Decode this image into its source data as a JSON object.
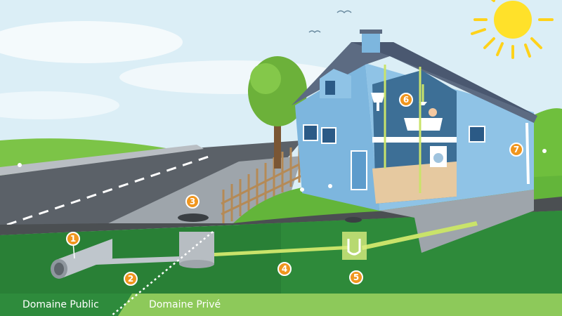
{
  "zones": {
    "public": "Domaine Public",
    "private": "Domaine Privé"
  },
  "markers": [
    "1",
    "2",
    "3",
    "4",
    "5",
    "6",
    "7"
  ],
  "colors": {
    "sky": "#dbeef6",
    "grass": "#6fbf3d",
    "underground": "#2e8a3a",
    "house_wall": "#8fc3e6",
    "roof": "#5c6b82",
    "pipe": "#c9e36a",
    "marker": "#f0961e",
    "road": "#5b6168",
    "zone_public": "#2e8b3c",
    "zone_private": "#8dc95a"
  },
  "icons": [
    "sun-icon",
    "tree-icon",
    "bird-icon",
    "bathtub-icon",
    "washing-machine-icon",
    "sink-icon",
    "shower-icon"
  ]
}
